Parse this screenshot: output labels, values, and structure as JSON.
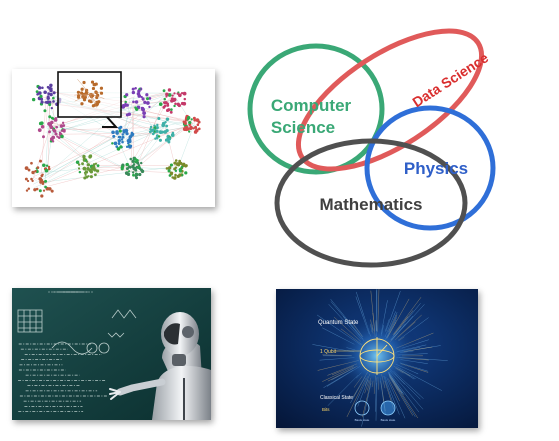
{
  "venn": {
    "computer_science": {
      "line1": "Computer",
      "line2": "Science",
      "color": "#3aa876"
    },
    "data_science": {
      "label": "Data Science",
      "color": "#e05a5a"
    },
    "physics": {
      "label": "Physics",
      "color": "#2f6fd8"
    },
    "mathematics": {
      "label": "Mathematics",
      "color": "#505050"
    }
  },
  "quantum": {
    "title": "Quantum State",
    "qubit_label": "1 Qubit",
    "classical_label": "Classical State",
    "bits_label": "Bits",
    "left_caption": "Basis state",
    "right_caption": "Basis state"
  }
}
